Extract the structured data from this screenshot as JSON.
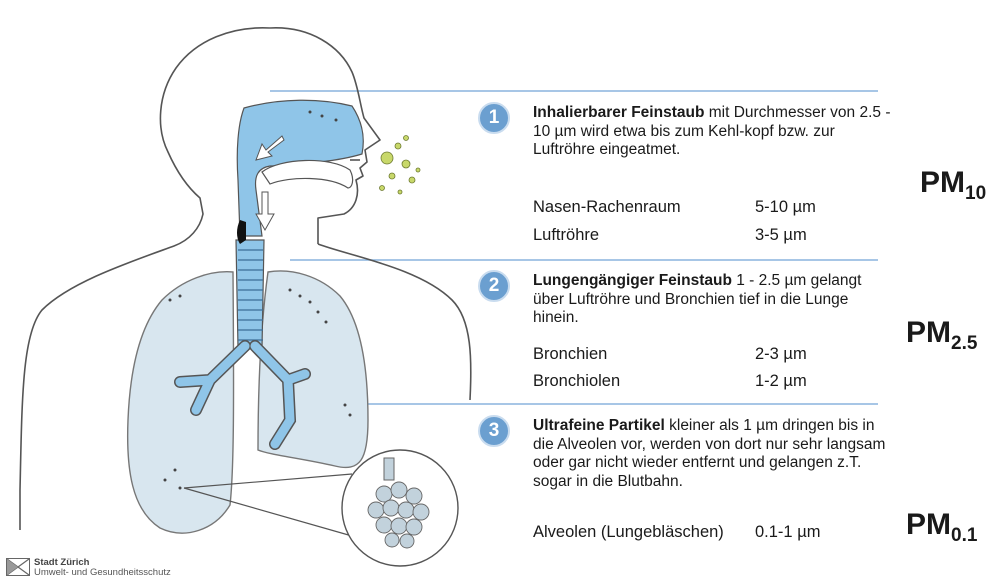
{
  "sections": [
    {
      "number": "1",
      "title": "Inhalierbarer Feinstaub",
      "text": " mit Durchmesser von 2.5 - 10 µm wird etwa bis zum Kehl-kopf bzw. zur Luftröhre eingeatmet.",
      "rows": [
        {
          "label": "Nasen-Rachenraum",
          "value": "5-10 µm"
        },
        {
          "label": "Luftröhre",
          "value": "3-5 µm"
        }
      ],
      "pm_base": "PM",
      "pm_sub": "10"
    },
    {
      "number": "2",
      "title": "Lungengängiger  Feinstaub",
      "text": " 1 - 2.5 µm gelangt über Luftröhre und Bronchien tief in die Lunge hinein.",
      "rows": [
        {
          "label": "Bronchien",
          "value": "2-3 µm"
        },
        {
          "label": "Bronchiolen",
          "value": "1-2 µm"
        }
      ],
      "pm_base": "PM",
      "pm_sub": "2.5"
    },
    {
      "number": "3",
      "title": "Ultrafeine Partikel",
      "text": " kleiner als 1 µm dringen bis in die Alveolen vor, werden von dort nur sehr langsam oder gar nicht wieder entfernt und gelangen z.T. sogar in die Blutbahn.",
      "rows": [
        {
          "label": "Alveolen (Lungebläschen)",
          "value": "0.1-1 µm"
        }
      ],
      "pm_base": "PM",
      "pm_sub": "0.1"
    }
  ],
  "logo": {
    "city": "Stadt Zürich",
    "department": "Umwelt- und Gesundheitsschutz"
  },
  "colors": {
    "airway_blue": "#8fc5e8",
    "lung_fill": "#d8e6ef",
    "circle_blue": "#6b9fd0",
    "divider": "#8ab4dd",
    "particle": "#c8d86a"
  }
}
